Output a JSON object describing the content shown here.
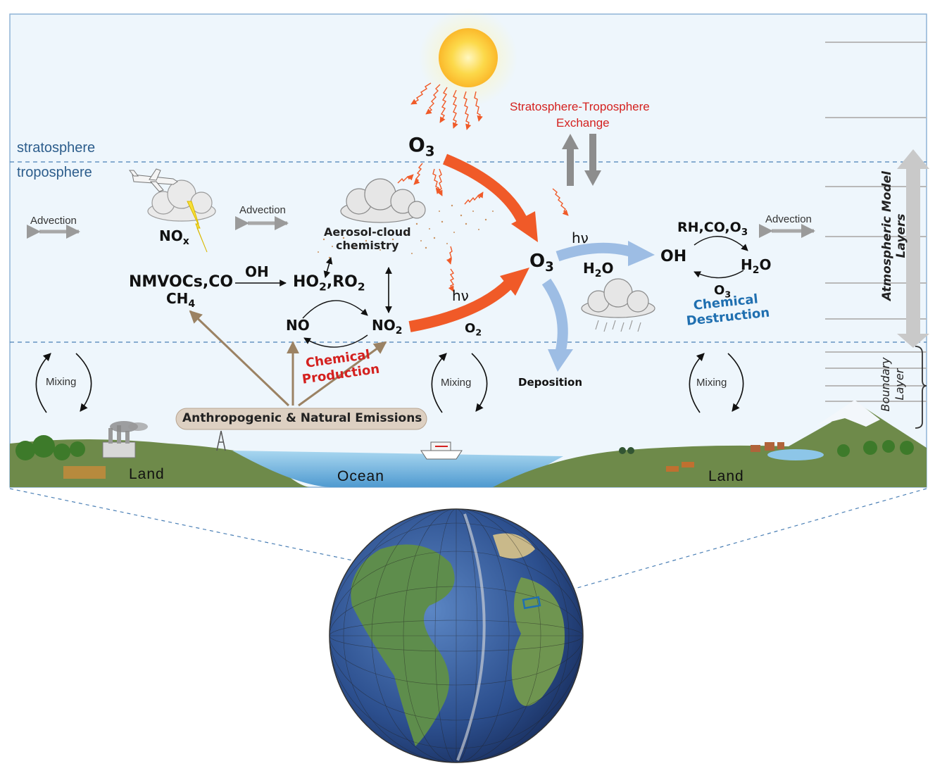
{
  "layers": {
    "stratosphere": "stratosphere",
    "troposphere": "troposphere",
    "atmospheric_model_layers": "Atmospheric Model Layers",
    "boundary_layer": "Boundary Layer"
  },
  "exchange": {
    "line1": "Stratosphere-Troposphere",
    "line2": "Exchange"
  },
  "advection": [
    "Advection",
    "Advection",
    "Advection"
  ],
  "mixing": [
    "Mixing",
    "Mixing",
    "Mixing"
  ],
  "species": {
    "o3_top": "O",
    "o3_top_sub": "3",
    "o3_mid": "O",
    "o3_mid_sub": "3",
    "nox": "NO",
    "nox_sub": "x",
    "nmvocs": "NMVOCs,CO",
    "ch4": "CH",
    "ch4_sub": "4",
    "oh_left": "OH",
    "ho2": "HO",
    "ho2_sub": "2",
    "ro2": ",RO",
    "ro2_sub": "2",
    "no": "NO",
    "no2": "NO",
    "no2_sub": "2",
    "o2": "O",
    "o2_sub": "2",
    "hv1": "hν",
    "hv2": "hν",
    "h2o_mid": "H",
    "h2o_mid_sub": "2",
    "h2o_mid_end": "O",
    "oh_right": "OH",
    "rh_co_o3": "RH,CO,O",
    "rh_co_o3_sub": "3",
    "h2o_right": "H",
    "h2o_right_sub": "2",
    "h2o_right_end": "O",
    "o3_low": "O",
    "o3_low_sub": "3"
  },
  "aerosol": {
    "line1": "Aerosol-cloud",
    "line2": "chemistry"
  },
  "production": {
    "line1": "Chemical",
    "line2": "Production"
  },
  "destruction": {
    "line1": "Chemical",
    "line2": "Destruction"
  },
  "deposition": "Deposition",
  "emissions": "Anthropogenic & Natural Emissions",
  "surface": {
    "land_left": "Land",
    "ocean": "Ocean",
    "land_right": "Land"
  },
  "colors": {
    "sky": "#eef6fc",
    "o3_arrow": "#f05a28",
    "oh_arrow": "#9dbde4",
    "emission_arrow": "#9b8263",
    "red_text": "#d4211f",
    "blue_text": "#1f6fb0",
    "dash": "#4a7fb5",
    "land": "#6e8a4a",
    "ocean": "#8dc6e8"
  }
}
